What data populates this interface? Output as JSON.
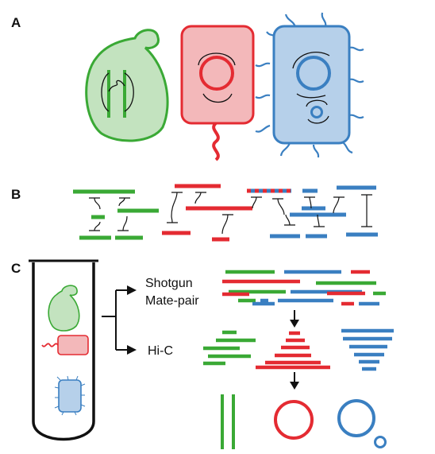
{
  "panels": {
    "a_label": "A",
    "b_label": "B",
    "c_label": "C"
  },
  "methods": {
    "shotgun": "Shotgun",
    "mate_pair": "Mate-pair",
    "hic": "Hi-C"
  },
  "colors": {
    "green": "#3aa935",
    "green_fill": "#c3e3bf",
    "red": "#e42b32",
    "red_fill": "#f3b8ba",
    "blue": "#3a7fc1",
    "blue_fill": "#b6d0ea",
    "ink": "#111111"
  }
}
